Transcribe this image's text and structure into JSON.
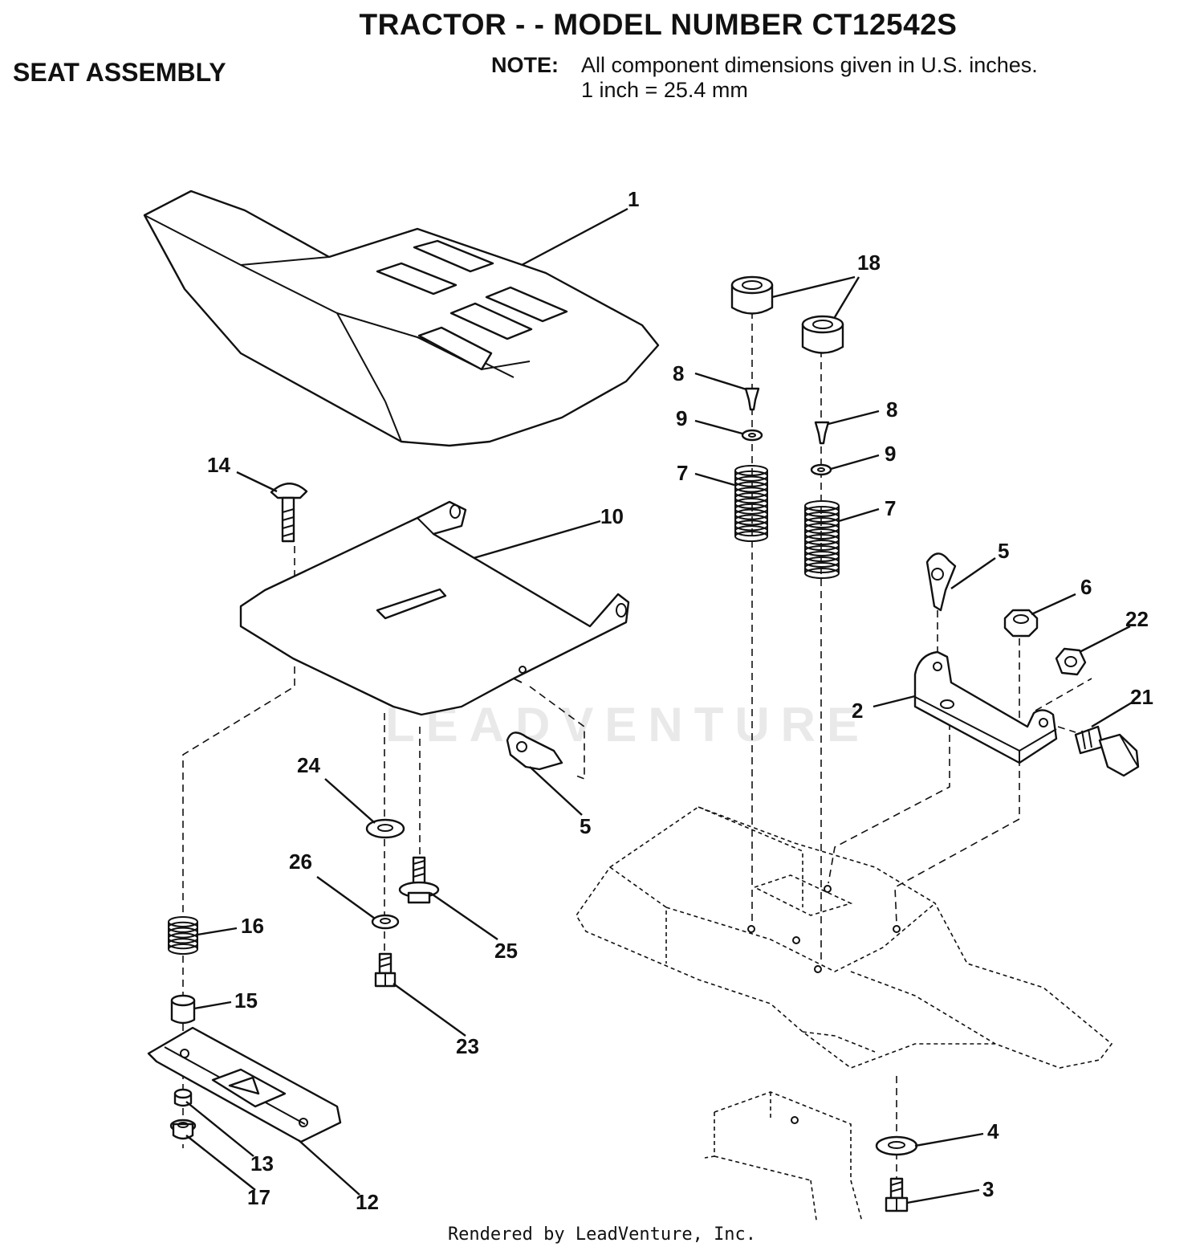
{
  "header": {
    "title": "TRACTOR - - MODEL NUMBER CT12542S",
    "subtitle": "SEAT ASSEMBLY",
    "note_label": "NOTE:",
    "note_line1": "All component dimensions given in U.S. inches.",
    "note_line2": "1 inch = 25.4 mm"
  },
  "watermark": "LEADVENTURE",
  "footer": "Rendered by LeadVenture, Inc.",
  "callouts": [
    "1",
    "18",
    "8",
    "9",
    "7",
    "8",
    "9",
    "7",
    "14",
    "10",
    "5",
    "6",
    "22",
    "2",
    "21",
    "24",
    "5",
    "26",
    "25",
    "16",
    "15",
    "23",
    "13",
    "17",
    "12",
    "4",
    "3"
  ]
}
